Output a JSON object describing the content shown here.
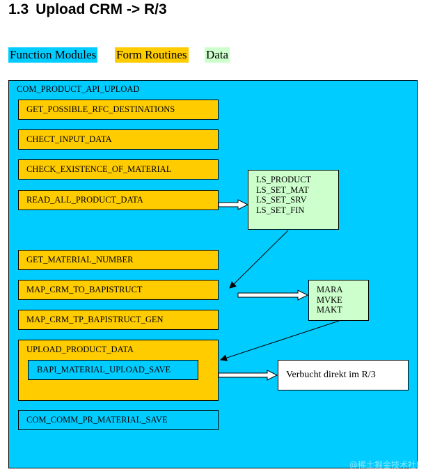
{
  "heading": {
    "number": "1.3",
    "title": "Upload CRM -> R/3"
  },
  "legend": {
    "function_modules": "Function Modules",
    "form_routines": "Form Routines",
    "data": "Data"
  },
  "main": {
    "title": "COM_PRODUCT_API_UPLOAD",
    "form_routines": [
      "GET_POSSIBLE_RFC_DESTINATIONS",
      "CHECT_INPUT_DATA",
      "CHECK_EXISTENCE_OF_MATERIAL",
      "READ_ALL_PRODUCT_DATA",
      "GET_MATERIAL_NUMBER",
      "MAP_CRM_TO_BAPISTRUCT",
      "MAP_CRM_TP_BAPISTRUCT_GEN"
    ],
    "upload_group": {
      "title": "UPLOAD_PRODUCT_DATA",
      "inner": "BAPI_MATERIAL_UPLOAD_SAVE"
    },
    "save_function": "COM_COMM_PR_MATERIAL_SAVE"
  },
  "data_boxes": {
    "ls": [
      "LS_PRODUCT",
      "LS_SET_MAT",
      "LS_SET_SRV",
      "LS_SET_FIN"
    ],
    "tables": [
      "MARA",
      "MVKE",
      "MAKT"
    ]
  },
  "result_box": "Verbucht direkt im R/3",
  "watermark": "@稀土掘金技术社区",
  "colors": {
    "function_module": "#00ccff",
    "form_routine": "#ffcc00",
    "data": "#ccffcc"
  }
}
